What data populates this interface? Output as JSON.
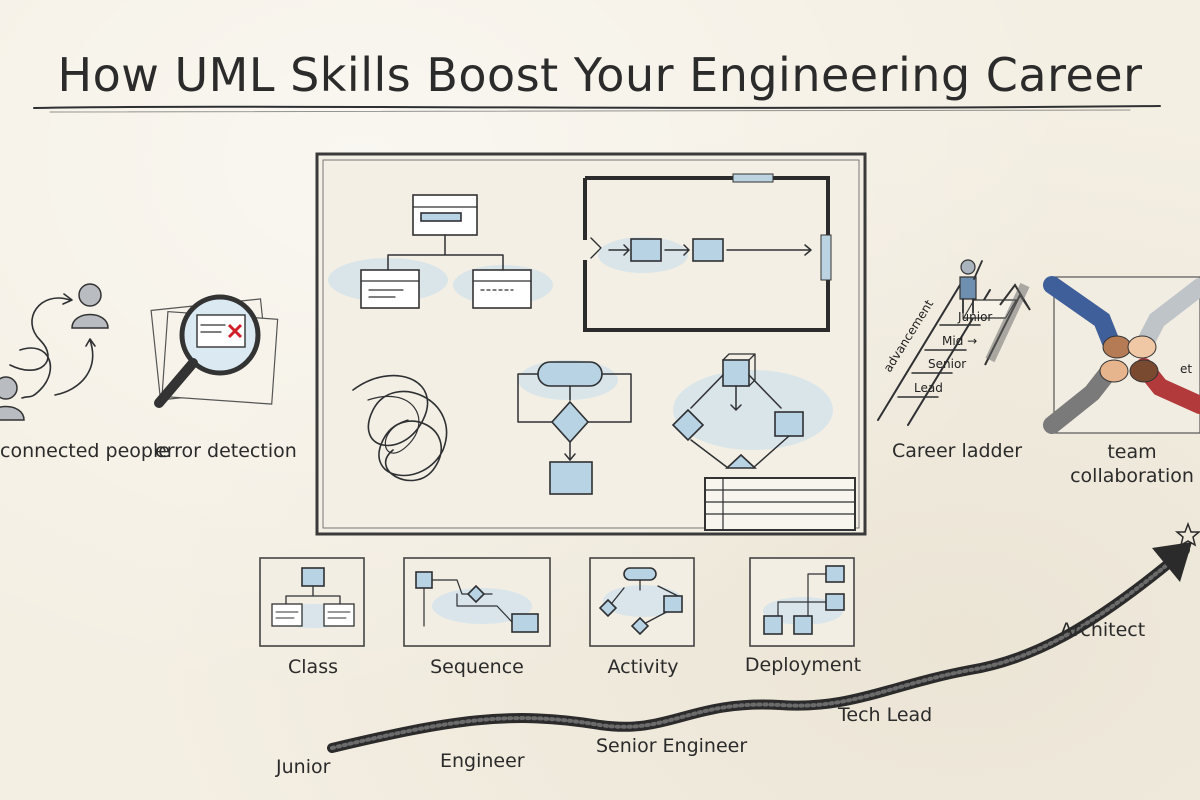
{
  "title": "How UML Skills Boost Your Engineering Career",
  "icons": {
    "connected_people": "connected people",
    "error_detection": "error detection",
    "career_ladder": "Career ladder",
    "team_collaboration": "team\ncollaboration",
    "team_collaboration_partial": "et"
  },
  "ladder": {
    "side_text": "advancement",
    "rungs": [
      "Junior",
      "Mid →",
      "Senior",
      "Lead"
    ]
  },
  "diagram_types": [
    "Class",
    "Sequence",
    "Activity",
    "Deployment"
  ],
  "career_path": [
    "Junior",
    "Engineer",
    "Senior Engineer",
    "Tech Lead",
    "Architect"
  ]
}
